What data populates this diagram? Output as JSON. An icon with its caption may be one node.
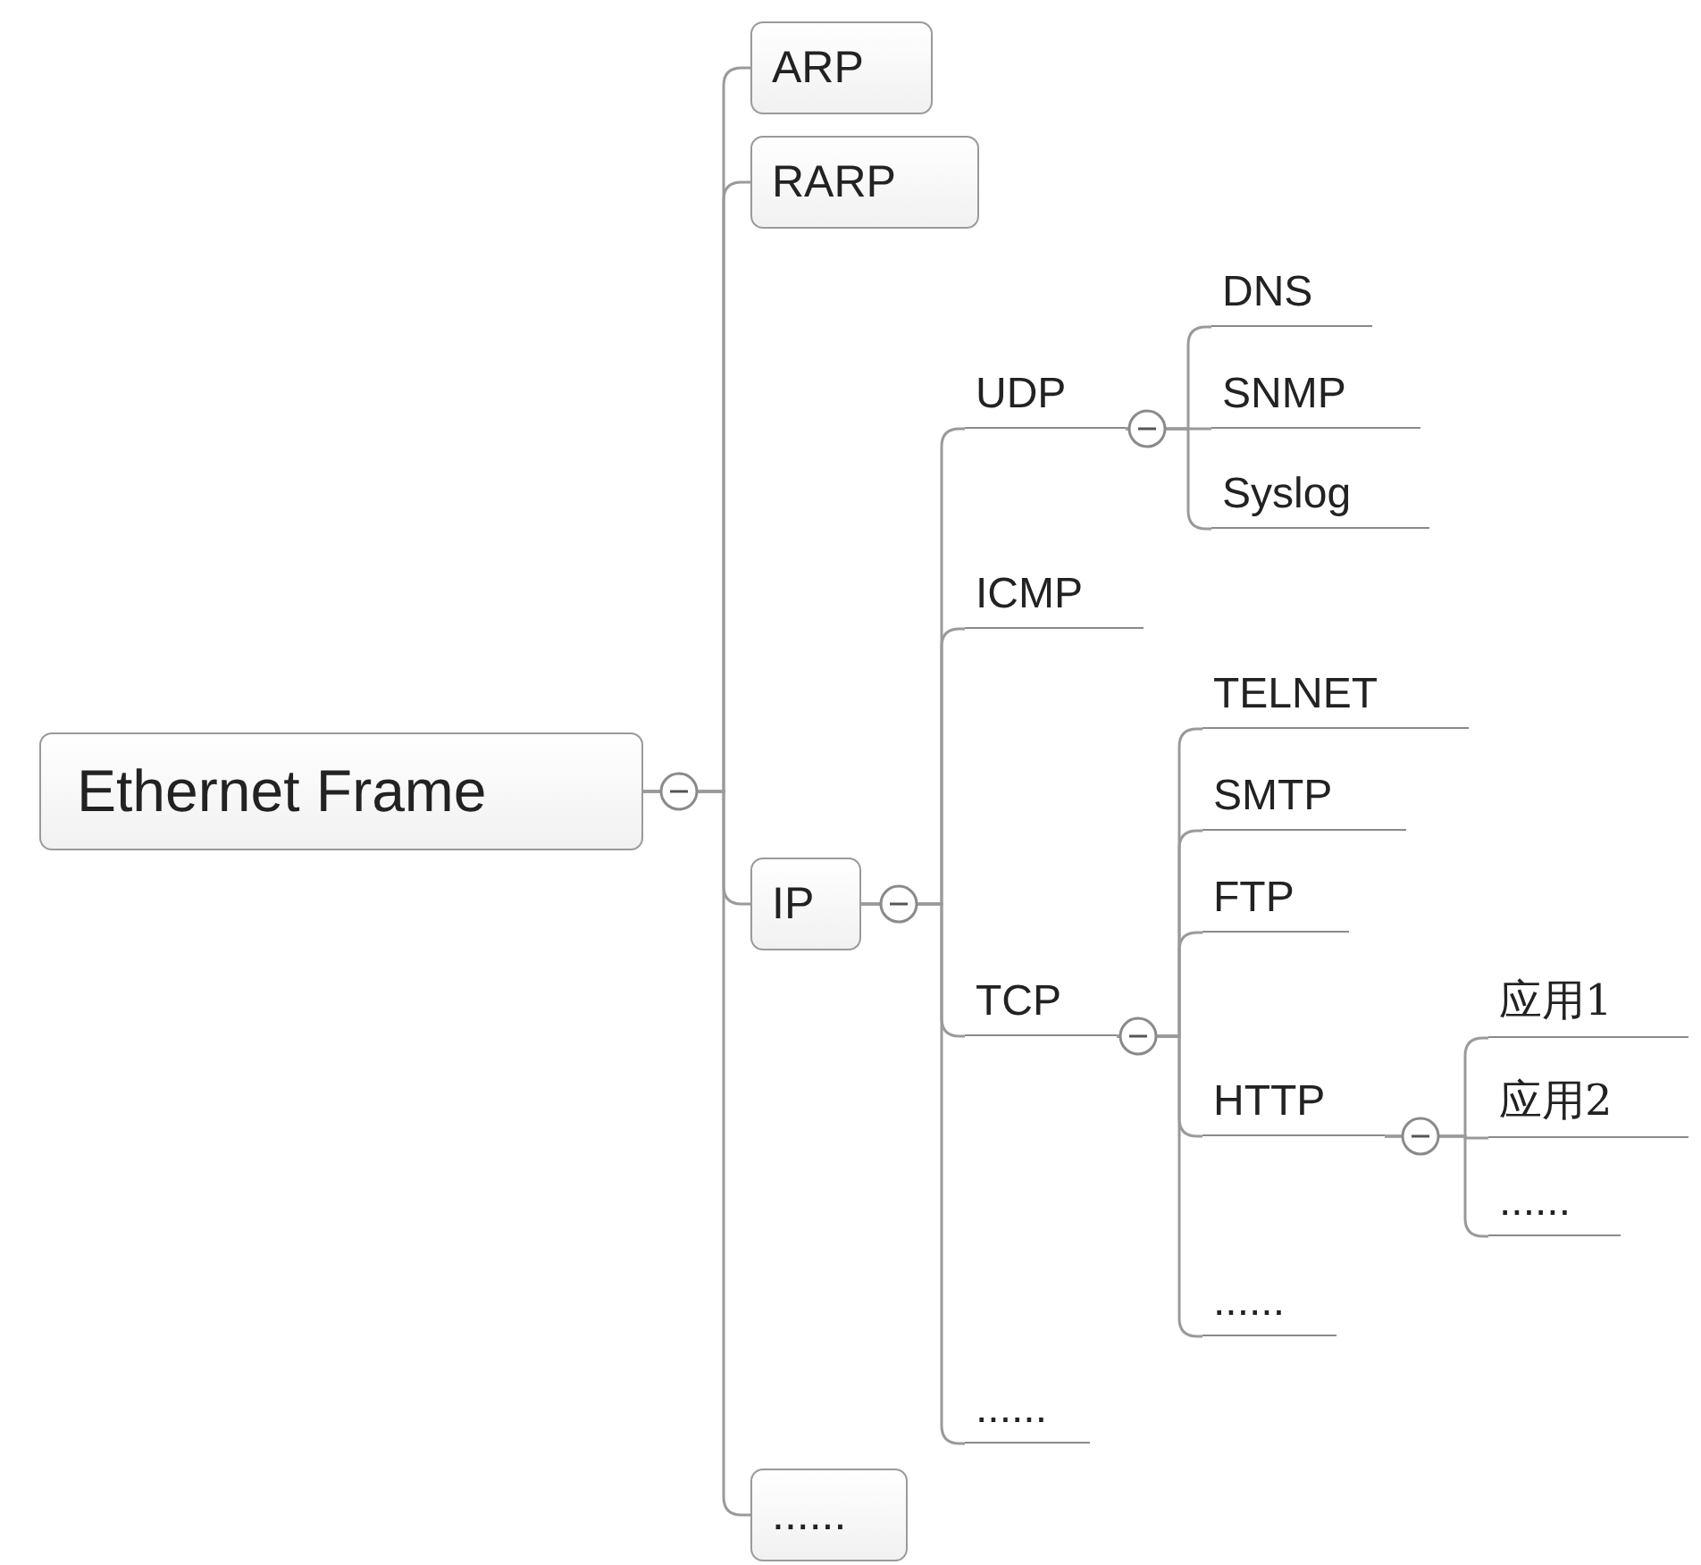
{
  "diagram": {
    "nodes": [
      {
        "text": [
          "Ethernet Frame"
        ]
      },
      {
        "text": [
          "ARP"
        ]
      },
      {
        "text": [
          "RARP"
        ]
      },
      {
        "text": [
          "IP"
        ]
      },
      {
        "text": [
          "UDP"
        ]
      },
      {
        "text": [
          "DNS"
        ]
      },
      {
        "text": [
          "SNMP"
        ]
      },
      {
        "text": [
          "Syslog"
        ]
      },
      {
        "text": [
          "ICMP"
        ]
      },
      {
        "text": [
          "TCP"
        ]
      },
      {
        "text": [
          "TELNET"
        ]
      },
      {
        "text": [
          "SMTP"
        ]
      },
      {
        "text": [
          "FTP"
        ]
      },
      {
        "text": [
          "HTTP"
        ]
      },
      {
        "text": [
          "应用1"
        ]
      },
      {
        "text": [
          "应用2"
        ]
      },
      {
        "text": [
          "......"
        ]
      },
      {
        "text": [
          "......"
        ]
      },
      {
        "text": [
          "......"
        ]
      },
      {
        "text": [
          "......"
        ]
      }
    ],
    "edges": [
      {
        "from": 0,
        "to": 1,
        "arrow": "none"
      },
      {
        "from": 0,
        "to": 2,
        "arrow": "none"
      },
      {
        "from": 0,
        "to": 3,
        "arrow": "none"
      },
      {
        "from": 0,
        "to": 19,
        "arrow": "none"
      },
      {
        "from": 3,
        "to": 4,
        "arrow": "none"
      },
      {
        "from": 3,
        "to": 8,
        "arrow": "none"
      },
      {
        "from": 3,
        "to": 9,
        "arrow": "none"
      },
      {
        "from": 3,
        "to": 18,
        "arrow": "none"
      },
      {
        "from": 4,
        "to": 5,
        "arrow": "none"
      },
      {
        "from": 4,
        "to": 6,
        "arrow": "none"
      },
      {
        "from": 4,
        "to": 7,
        "arrow": "none"
      },
      {
        "from": 9,
        "to": 10,
        "arrow": "none"
      },
      {
        "from": 9,
        "to": 11,
        "arrow": "none"
      },
      {
        "from": 9,
        "to": 12,
        "arrow": "none"
      },
      {
        "from": 9,
        "to": 13,
        "arrow": "none"
      },
      {
        "from": 9,
        "to": 17,
        "arrow": "none"
      },
      {
        "from": 13,
        "to": 14,
        "arrow": "none"
      },
      {
        "from": 13,
        "to": 15,
        "arrow": "none"
      },
      {
        "from": 13,
        "to": 16,
        "arrow": "none"
      }
    ]
  }
}
